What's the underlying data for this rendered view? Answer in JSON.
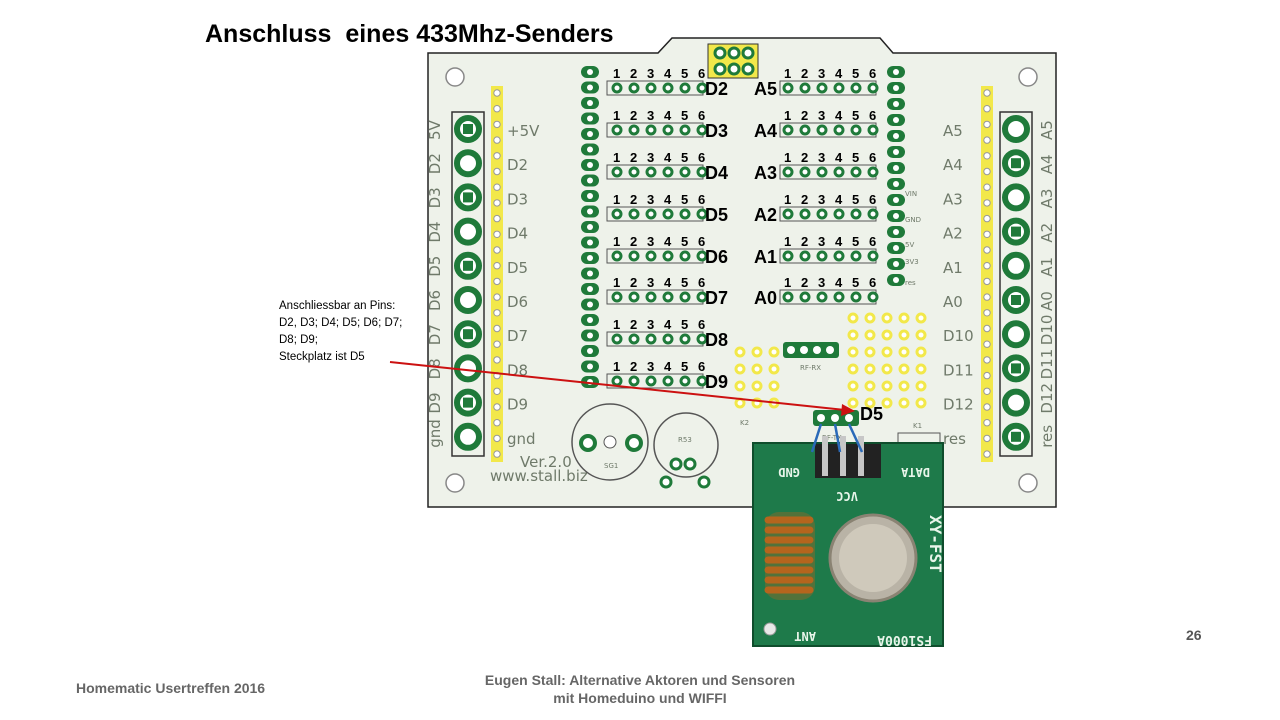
{
  "slide": {
    "title": "Anschluss  eines 433Mhz-Senders",
    "note_lines": [
      "Anschliessbar an Pins:",
      "D2, D3; D4; D5; D6; D7;",
      "D8; D9;",
      "Steckplatz ist  D5"
    ],
    "page_number": "26",
    "footer_left": "Homematic Usertreffen 2016",
    "footer_center_line1": "Eugen Stall:  Alternative Aktoren und Sensoren",
    "footer_center_line2": "mit Homeduino und WIFFI"
  },
  "board": {
    "left_headers": [
      "D2",
      "D3",
      "D4",
      "D5",
      "D6",
      "D7",
      "D8",
      "D9"
    ],
    "right_headers": [
      "A5",
      "A4",
      "A3",
      "A2",
      "A1",
      "A0"
    ],
    "pin_numbers": [
      "1",
      "2",
      "3",
      "4",
      "5",
      "6"
    ],
    "target_label": "D5",
    "left_silk": [
      "+5V",
      "D2",
      "D3",
      "D4",
      "D5",
      "D6",
      "D7",
      "D8",
      "D9",
      "gnd"
    ],
    "left_edge_silk": [
      "5V",
      "D2",
      "D3",
      "D4",
      "D5",
      "D6",
      "D7",
      "D8",
      "D9",
      "gnd"
    ],
    "right_silk": [
      "A5",
      "A4",
      "A3",
      "A2",
      "A1",
      "A0",
      "D10",
      "D11",
      "D12",
      "res"
    ],
    "right_edge_silk": [
      "A5",
      "A4",
      "A3",
      "A2",
      "A1",
      "A0",
      "D10",
      "D11",
      "D12",
      "res"
    ],
    "version": "Ver.2.0",
    "url": "www.stall.biz",
    "rfrx_label": "RF-RX",
    "rftx_label": "RF-TX",
    "sg1_label": "SG1",
    "r53_label": "R53",
    "k1_label": "K1",
    "k2_label": "K2",
    "vin_label": "VIN",
    "gnd_label": "GND",
    "v5_label": "5V",
    "v3_label": "3V3",
    "res_label": "res"
  },
  "module": {
    "pins": [
      "GND",
      "VCC",
      "DATA"
    ],
    "name": "XY-FST",
    "part": "FS1000A",
    "ant": "ANT"
  },
  "colors": {
    "board_bg": "#eef2ea",
    "pad_green": "#1f7a3a",
    "header_yellow": "#f2e84a",
    "module_green": "#1e7a4a",
    "arrow_red": "#cc1111",
    "wire_blue": "#2a6ab8",
    "coil_copper": "#b5651d"
  }
}
